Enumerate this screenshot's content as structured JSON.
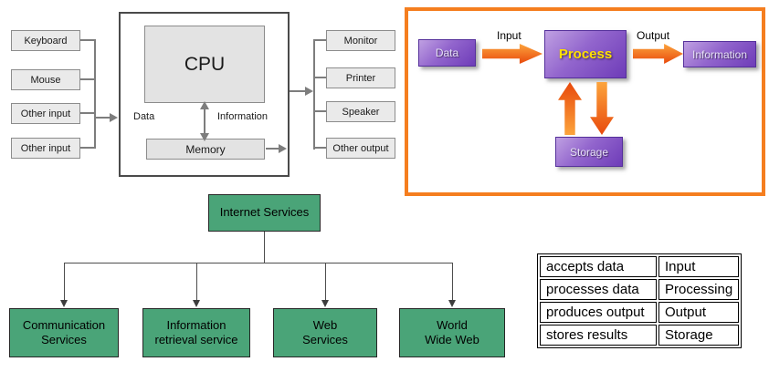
{
  "computer_diagram": {
    "inputs": [
      "Keyboard",
      "Mouse",
      "Other input",
      "Other input"
    ],
    "cpu": "CPU",
    "memory": "Memory",
    "data_label": "Data",
    "information_label": "Information",
    "outputs": [
      "Monitor",
      "Printer",
      "Speaker",
      "Other output"
    ]
  },
  "process_diagram": {
    "data": "Data",
    "input_label": "Input",
    "process": "Process",
    "output_label": "Output",
    "information": "Information",
    "storage": "Storage",
    "colors": {
      "frame_orange": "#f57e1f",
      "box_purple": "#8a57c8",
      "process_text_yellow": "#ffe100",
      "arrow_orange": "#fca43c",
      "arrow_red": "#e8490c"
    }
  },
  "internet_tree": {
    "root": "Internet Services",
    "children": [
      "Communication\nServices",
      "Information\nretrieval service",
      "Web\nServices",
      "World\nWide Web"
    ],
    "colors": {
      "box_green": "#4aa478"
    }
  },
  "mapping_table": {
    "rows": [
      {
        "function": "accepts data",
        "term": "Input"
      },
      {
        "function": "processes data",
        "term": "Processing"
      },
      {
        "function": "produces output",
        "term": "Output"
      },
      {
        "function": "stores results",
        "term": "Storage"
      }
    ]
  }
}
